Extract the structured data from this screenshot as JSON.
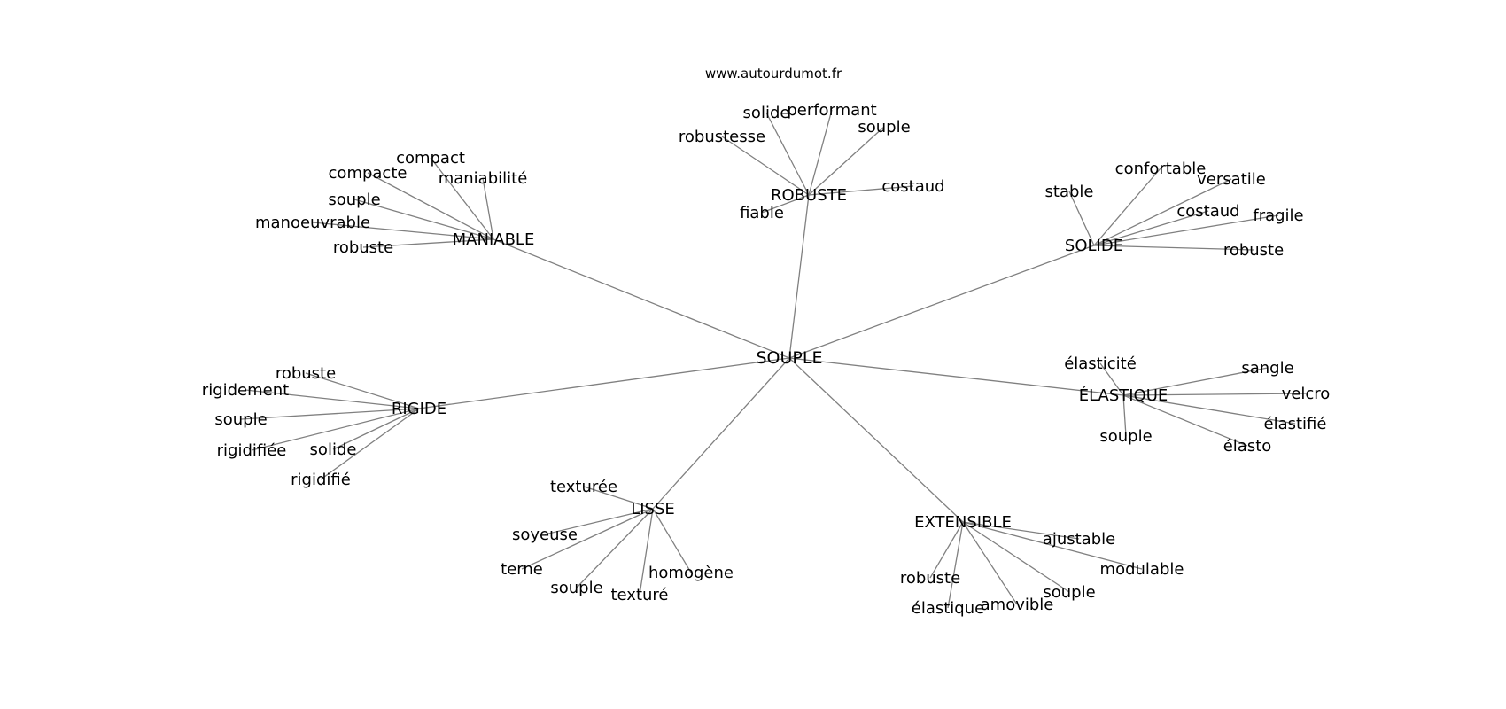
{
  "site": "www.autourdumot.fr",
  "center": "SOUPLE",
  "hubs": [
    {
      "label": "MANIABLE",
      "leaves": [
        "compact",
        "compacte",
        "maniabilité",
        "souple",
        "manoeuvrable",
        "robuste"
      ]
    },
    {
      "label": "ROBUSTE",
      "leaves": [
        "solide",
        "performant",
        "robustesse",
        "souple",
        "costaud",
        "fiable"
      ]
    },
    {
      "label": "SOLIDE",
      "leaves": [
        "confortable",
        "stable",
        "versatile",
        "costaud",
        "fragile",
        "robuste"
      ]
    },
    {
      "label": "RIGIDE",
      "leaves": [
        "robuste",
        "rigidement",
        "souple",
        "rigidifiée",
        "solide",
        "rigidifié"
      ]
    },
    {
      "label": "ÉLASTIQUE",
      "leaves": [
        "élasticité",
        "sangle",
        "velcro",
        "élastifié",
        "souple",
        "élasto"
      ]
    },
    {
      "label": "LISSE",
      "leaves": [
        "texturée",
        "soyeuse",
        "terne",
        "souple",
        "texturé",
        "homogène"
      ]
    },
    {
      "label": "EXTENSIBLE",
      "leaves": [
        "ajustable",
        "modulable",
        "robuste",
        "souple",
        "élastique",
        "amovible"
      ]
    }
  ]
}
